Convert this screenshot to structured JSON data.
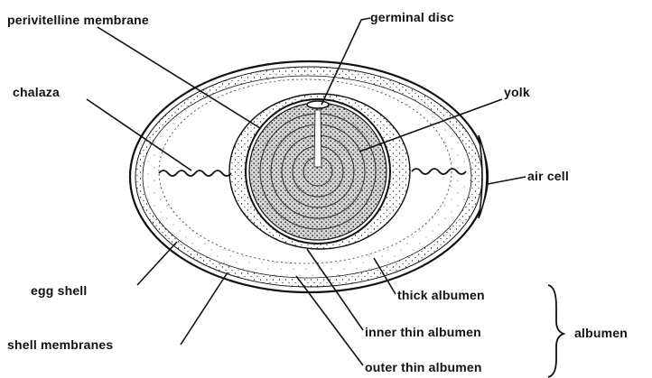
{
  "diagram": {
    "labels": {
      "perivitelline_membrane": "perivitelline membrane",
      "germinal_disc": "germinal disc",
      "chalaza": "chalaza",
      "yolk": "yolk",
      "air_cell": "air cell",
      "egg_shell": "egg shell",
      "shell_membranes": "shell membranes",
      "thick_albumen": "thick albumen",
      "inner_thin_albumen": "inner thin albumen",
      "outer_thin_albumen": "outer thin albumen",
      "albumen": "albumen"
    },
    "colors": {
      "ink": "#111111",
      "background": "#ffffff",
      "shell_fill": "#f4f4f4"
    }
  }
}
